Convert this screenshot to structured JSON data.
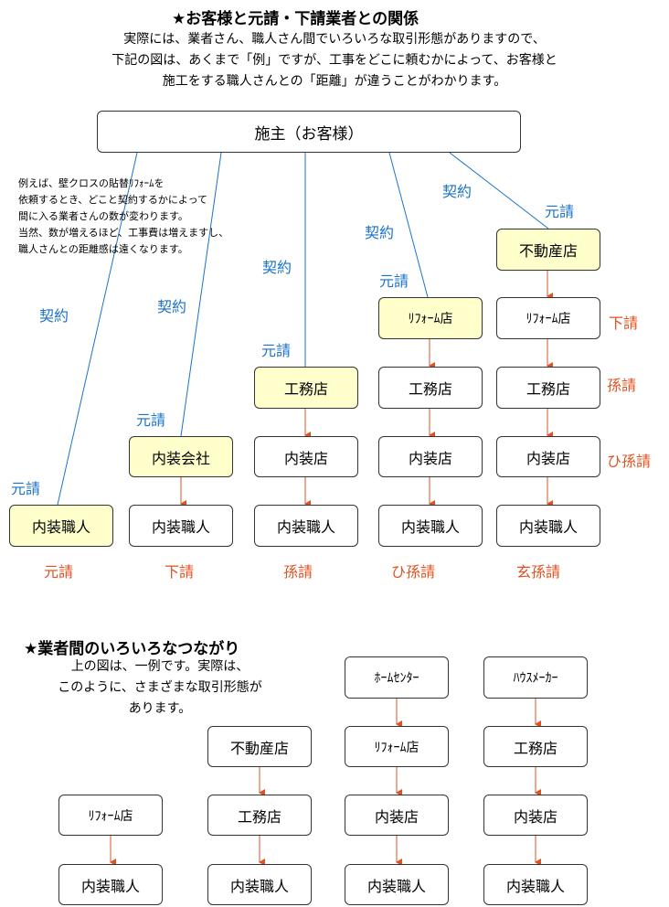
{
  "section1": {
    "title": "★お客様と元請・下請業者との関係",
    "intro": [
      "実際には、業者さん、職人さん間でいろいろな取引形態がありますので、",
      "下記の図は、あくまで「例」ですが、工事をどこに頼むかによって、お客様と",
      "施工をする職人さんとの「距離」が違うことがわかります。"
    ],
    "note": [
      "例えば、壁クロスの貼替ﾘﾌｫｰﾑを",
      "依頼するとき、どこと契約するかによって",
      "間に入る業者さんの数が変わります。",
      "当然、数が増えるほど、工事費は増えますし、",
      "職人さんとの距離感は遠くなります。"
    ],
    "client": "施主（お客様）",
    "boxes": {
      "c1_craft": "内装職人",
      "c2_company": "内装会社",
      "c2_craft": "内装職人",
      "c3_komuten": "工務店",
      "c3_naiso": "内装店",
      "c3_craft": "内装職人",
      "c4_reform": "ﾘﾌｫｰﾑ店",
      "c4_komuten": "工務店",
      "c4_naiso": "内装店",
      "c4_craft": "内装職人",
      "c5_realestate": "不動産店",
      "c5_reform": "ﾘﾌｫｰﾑ店",
      "c5_komuten": "工務店",
      "c5_naiso": "内装店",
      "c5_craft": "内装職人"
    },
    "contract_labels": {
      "c1": "契約",
      "c2": "契約",
      "c3": "契約",
      "c4": "契約",
      "c5": "契約"
    },
    "prime_labels": {
      "c1": "元請",
      "c2": "元請",
      "c3": "元請",
      "c4": "元請",
      "c5": "元請"
    },
    "tier_labels": {
      "shita": "下請",
      "mago": "孫請",
      "himago": "ひ孫請"
    },
    "bottom_labels": {
      "c1": "元請",
      "c2": "下請",
      "c3": "孫請",
      "c4": "ひ孫請",
      "c5": "玄孫請"
    }
  },
  "section2": {
    "title": "★業者間のいろいろなつながり",
    "intro": [
      "上の図は、一例です。実際は、",
      "このように、さまざまな取引形態が",
      "あります。"
    ],
    "boxes": {
      "a_reform": "ﾘﾌｫｰﾑ店",
      "a_craft": "内装職人",
      "b_realestate": "不動産店",
      "b_komuten": "工務店",
      "b_craft": "内装職人",
      "c_homecenter": "ﾎｰﾑｾﾝﾀｰ",
      "c_reform": "ﾘﾌｫｰﾑ店",
      "c_naiso": "内装店",
      "c_craft": "内装職人",
      "d_housemaker": "ﾊｳｽﾒｰｶｰ",
      "d_komuten": "工務店",
      "d_naiso": "内装店",
      "d_craft": "内装職人"
    }
  },
  "colors": {
    "link_line": "#1a73c9",
    "arrow": "#e05020",
    "highlight_box": "#ffffcc",
    "border": "#333333"
  }
}
